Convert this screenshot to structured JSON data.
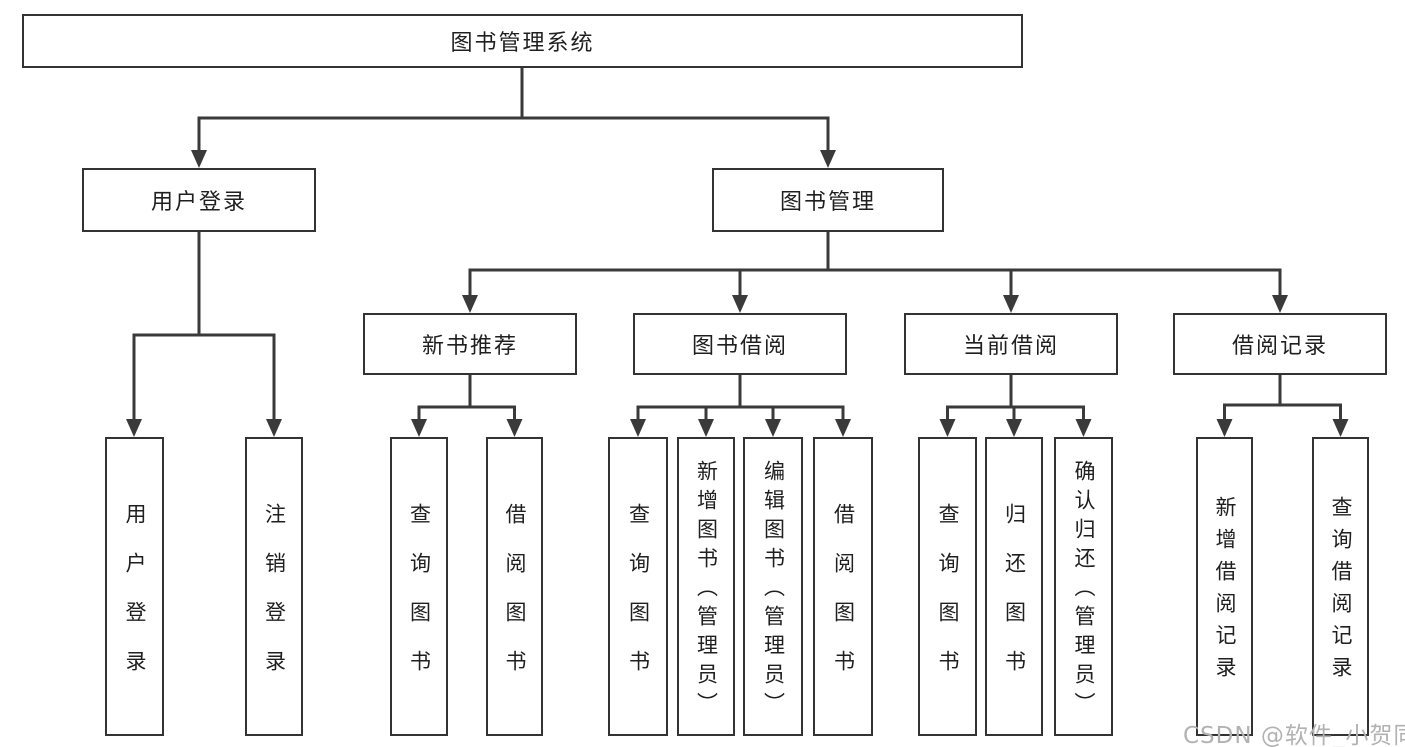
{
  "diagram": {
    "type": "hierarchy-tree",
    "colors": {
      "line": "#3a3a3a",
      "box_border": "#333333",
      "text": "#1f1f1f",
      "background": "#ffffff",
      "watermark": "#b2b2b2"
    }
  },
  "nodes": {
    "root": {
      "label": "图书管理系统"
    },
    "user_login": {
      "label": "用户登录"
    },
    "book_mgmt": {
      "label": "图书管理"
    },
    "new_book_rec": {
      "label": "新书推荐"
    },
    "book_borrowing": {
      "label": "图书借阅"
    },
    "current_borrowing": {
      "label": "当前借阅"
    },
    "borrowing_records": {
      "label": "借阅记录"
    },
    "leaf_user_login": {
      "label": "用户登录"
    },
    "leaf_logout": {
      "label": "注销登录"
    },
    "leaf_rec_query": {
      "label": "查询图书"
    },
    "leaf_rec_borrow": {
      "label": "借阅图书"
    },
    "leaf_bb_query": {
      "label": "查询图书"
    },
    "leaf_bb_add": {
      "label": "新增图书（管理员）"
    },
    "leaf_bb_edit": {
      "label": "编辑图书（管理员）"
    },
    "leaf_bb_borrow": {
      "label": "借阅图书"
    },
    "leaf_cb_query": {
      "label": "查询图书"
    },
    "leaf_cb_return": {
      "label": "归还图书"
    },
    "leaf_cb_confirm": {
      "label": "确认归还（管理员）"
    },
    "leaf_br_add": {
      "label": "新增借阅记录"
    },
    "leaf_br_query": {
      "label": "查询借阅记录"
    }
  },
  "hierarchy": {
    "root": [
      "user_login",
      "book_mgmt"
    ],
    "user_login": [
      "leaf_user_login",
      "leaf_logout"
    ],
    "book_mgmt": [
      "new_book_rec",
      "book_borrowing",
      "current_borrowing",
      "borrowing_records"
    ],
    "new_book_rec": [
      "leaf_rec_query",
      "leaf_rec_borrow"
    ],
    "book_borrowing": [
      "leaf_bb_query",
      "leaf_bb_add",
      "leaf_bb_edit",
      "leaf_bb_borrow"
    ],
    "current_borrowing": [
      "leaf_cb_query",
      "leaf_cb_return",
      "leaf_cb_confirm"
    ],
    "borrowing_records": [
      "leaf_br_add",
      "leaf_br_query"
    ]
  },
  "watermark": {
    "text": "CSDN @软件_小贺同学"
  }
}
